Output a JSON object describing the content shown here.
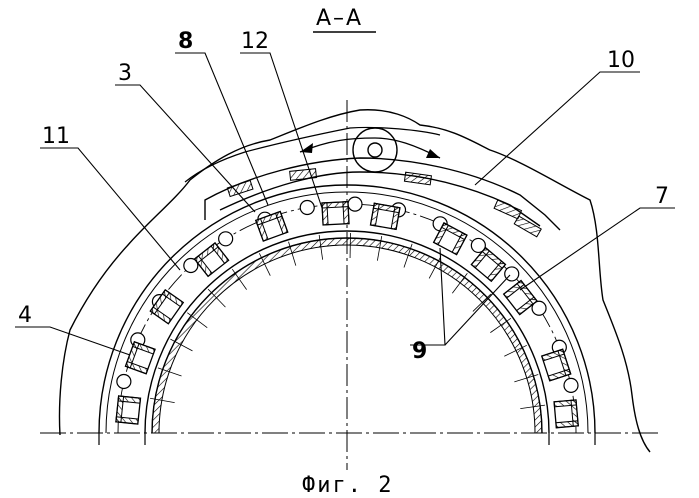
{
  "figure": {
    "section_label": "А–А",
    "caption": "Фиг. 2",
    "callouts": [
      {
        "text": "8",
        "bold": true
      },
      {
        "text": "12",
        "bold": false
      },
      {
        "text": "3",
        "bold": false
      },
      {
        "text": "10",
        "bold": false
      },
      {
        "text": "11",
        "bold": false
      },
      {
        "text": "7",
        "bold": false
      },
      {
        "text": "4",
        "bold": false
      },
      {
        "text": "9",
        "bold": true
      }
    ]
  },
  "colors": {
    "line": "#000000",
    "hatch": "#000000",
    "background": "#ffffff"
  }
}
